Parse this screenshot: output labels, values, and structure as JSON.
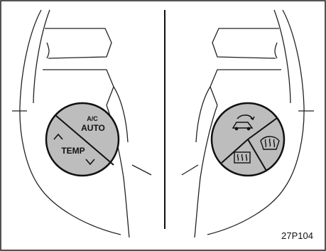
{
  "figure": {
    "id_label": "27P104"
  },
  "left_switch": {
    "upper_label_top": "A/C",
    "upper_label_bottom": "AUTO",
    "lower_label": "TEMP",
    "up_icon": "chevron-up-icon",
    "down_icon": "chevron-down-icon"
  },
  "right_switch": {
    "top_icon": "recirculation-icon",
    "right_icon": "windshield-defogger-icon",
    "bottom_icon": "rear-defogger-icon"
  },
  "colors": {
    "frame": "#1a1a1a",
    "button_fill": "#bdbdbd",
    "line": "#222222",
    "background": "#ffffff"
  }
}
